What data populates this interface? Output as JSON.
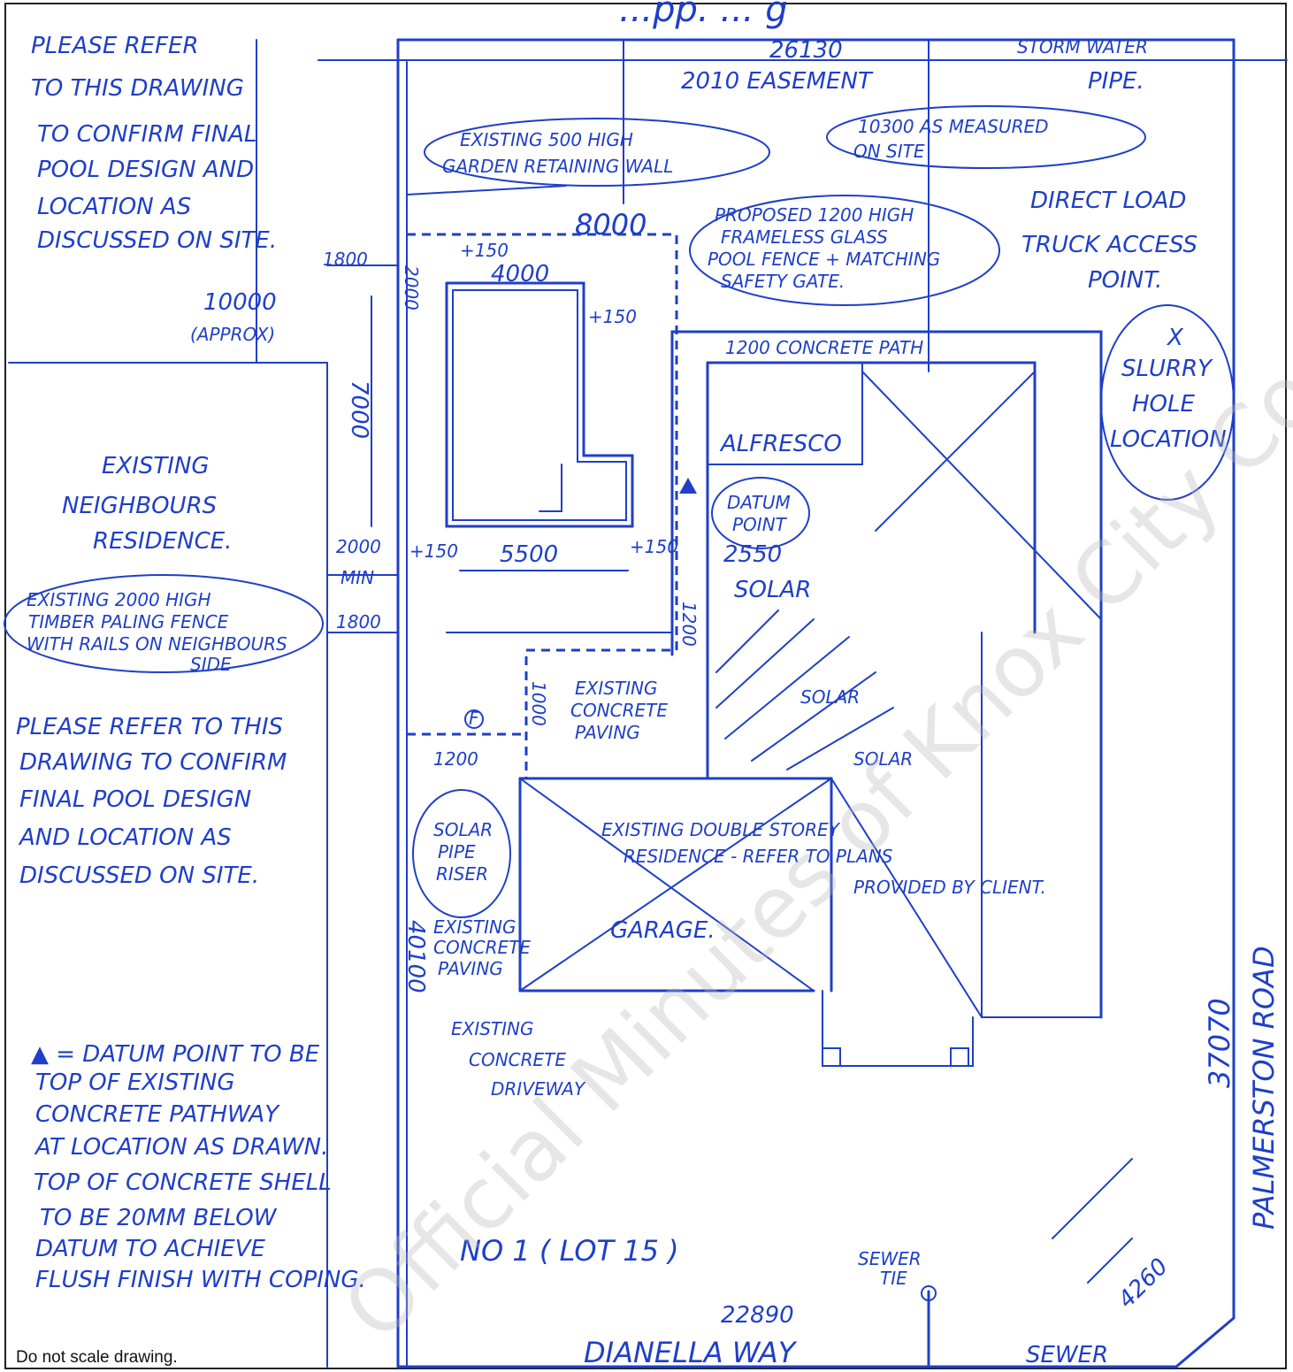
{
  "title_fragment": "...pp. ... g",
  "dims": {
    "top": "26130",
    "easement": "2010 EASEMENT",
    "stormwater_1": "STORM WATER",
    "stormwater_2": "PIPE.",
    "measured_1": "10300 AS MEASURED",
    "measured_2": "ON SITE",
    "pool_width": "8000",
    "d1800_a": "1800",
    "d2000_side": "2000",
    "d150_a": "+150",
    "d4000": "4000",
    "d150_b": "+150",
    "d7000": "7000",
    "d2000_min_1": "2000",
    "d2000_min_2": "MIN",
    "d1800_b": "1800",
    "d150_c": "+150",
    "d5500": "5500",
    "d150_d": "+150",
    "d2550": "2550",
    "d1200_v": "1200",
    "d1000_v": "1000",
    "d1200_h": "1200",
    "d10000_1": "10000",
    "d10000_2": "(APPROX)",
    "d40100": "40100",
    "d37070": "37070",
    "d4260": "4260",
    "d22890": "22890"
  },
  "labels": {
    "refer_top": [
      "PLEASE REFER",
      "TO THIS DRAWING",
      "TO CONFIRM FINAL",
      "POOL DESIGN AND",
      "LOCATION AS",
      "DISCUSSED ON SITE."
    ],
    "retaining_wall": [
      "EXISTING 500 HIGH",
      "GARDEN RETAINING WALL"
    ],
    "proposed_fence": [
      "PROPOSED 1200 HIGH",
      "FRAMELESS GLASS",
      "POOL FENCE + MATCHING",
      "SAFETY GATE."
    ],
    "truck_access": [
      "DIRECT LOAD",
      "TRUCK ACCESS",
      "POINT."
    ],
    "concrete_path": "1200 CONCRETE PATH",
    "alfresco": "ALFRESCO",
    "datum": [
      "DATUM",
      "POINT"
    ],
    "slurry": [
      "X",
      "SLURRY",
      "HOLE",
      "LOCATION"
    ],
    "neighbours": [
      "EXISTING",
      "NEIGHBOURS",
      "RESIDENCE."
    ],
    "timber_fence": [
      "EXISTING 2000 HIGH",
      "TIMBER PALING FENCE",
      "WITH RAILS ON NEIGHBOURS",
      "SIDE"
    ],
    "solar_a": "SOLAR",
    "solar_b": "SOLAR",
    "solar_c": "SOLAR",
    "concrete_paving": [
      "EXISTING",
      "CONCRETE",
      "PAVING"
    ],
    "refer_mid": [
      "PLEASE REFER TO THIS",
      "DRAWING TO CONFIRM",
      "FINAL POOL DESIGN",
      "AND LOCATION AS",
      "DISCUSSED ON SITE."
    ],
    "solar_pipe": [
      "SOLAR",
      "PIPE",
      "RISER"
    ],
    "residence": [
      "EXISTING DOUBLE STOREY",
      "RESIDENCE - REFER TO PLANS",
      "PROVIDED BY CLIENT."
    ],
    "garage": "GARAGE.",
    "paving_2": [
      "EXISTING",
      "CONCRETE",
      "PAVING"
    ],
    "driveway": [
      "EXISTING",
      "CONCRETE",
      "DRIVEWAY"
    ],
    "palmerston": "PALMERSTON ROAD",
    "datum_note": [
      "▲ = DATUM POINT TO BE",
      "TOP OF EXISTING",
      "CONCRETE PATHWAY",
      "AT LOCATION AS DRAWN.",
      "TOP OF CONCRETE SHELL",
      "TO BE 20MM BELOW",
      "DATUM TO ACHIEVE",
      "FLUSH FINISH WITH COPING."
    ],
    "lot": "NO 1  ( LOT 15 )",
    "sewer_tie": [
      "SEWER",
      "TIE"
    ],
    "street": "DIANELLA   WAY",
    "sewer": "SEWER",
    "filter": "F"
  },
  "watermark": "Official Minutes of Knox City Council",
  "footer_note": "Do not scale drawing.",
  "colors": {
    "ink": "#1f3fc8",
    "frame": "#222222",
    "watermark": "#b7b7b7"
  }
}
